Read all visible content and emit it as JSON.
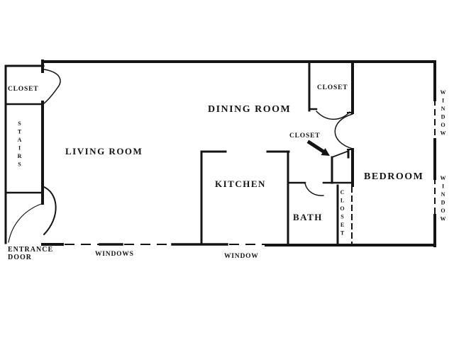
{
  "colors": {
    "ink": "#141414",
    "background": "#ffffff"
  },
  "labels": {
    "living_room": "LIVING ROOM",
    "dining_room": "DINING ROOM",
    "kitchen": "KITCHEN",
    "bath": "BATH",
    "bedroom": "BEDROOM",
    "stairs": "STAIRS",
    "closet_entry": "CLOSET",
    "closet_dining": "CLOSET",
    "closet_hall": "CLOSET",
    "closet_bath": "CLOSET",
    "entrance_line1": "ENTRANCE",
    "entrance_line2": "DOOR",
    "windows_bottom_left": "WINDOWS",
    "window_bottom_center": "WINDOW",
    "window_right_upper": "WINDOW",
    "window_right_lower": "WINDOW"
  }
}
